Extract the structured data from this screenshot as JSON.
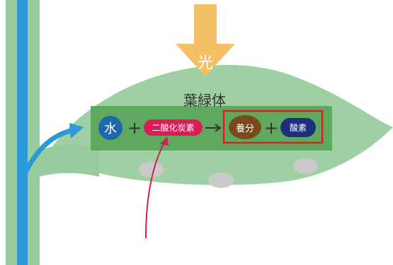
{
  "diagram": {
    "light_label": "光",
    "chloroplast_label": "葉緑体",
    "inputs": {
      "water": "水",
      "plus": "+",
      "carbon_dioxide": "二酸化炭素"
    },
    "arrow_symbol": "→",
    "outputs": {
      "nutrients": "養分",
      "plus": "+",
      "oxygen": "酸素"
    }
  },
  "colors": {
    "leaf": "#9fd0a4",
    "stem": "#97cc9f",
    "vein": "#2b9ad6",
    "light_arrow": "#f5c064",
    "chloroplast_band": "#5ea85f",
    "water_circle": "#1d67ad",
    "co2_pill": "#d81e57",
    "nutrient_oval": "#7a4a1a",
    "oxygen_pill": "#1b2f7c",
    "highlight_box": "#e02020",
    "stoma": "#c9cac9",
    "intake_arrow": "#cc2255"
  }
}
